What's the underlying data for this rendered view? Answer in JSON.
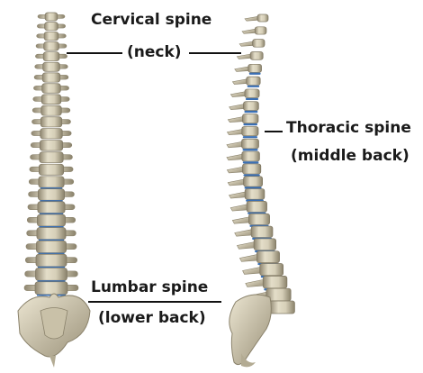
{
  "labels": {
    "cervical_title": "Cervical spine",
    "cervical_sub": "(neck)",
    "thoracic_title": "Thoracic spine",
    "thoracic_sub": "(middle back)",
    "lumbar_title": "Lumbar spine",
    "lumbar_sub": "(lower back)"
  },
  "colors": {
    "bone": "#d9d2bc",
    "bone_shadow": "#a39a80",
    "disc_blue": "#3a6fb3",
    "label_text": "#1a1a1a",
    "line": "#111111"
  }
}
